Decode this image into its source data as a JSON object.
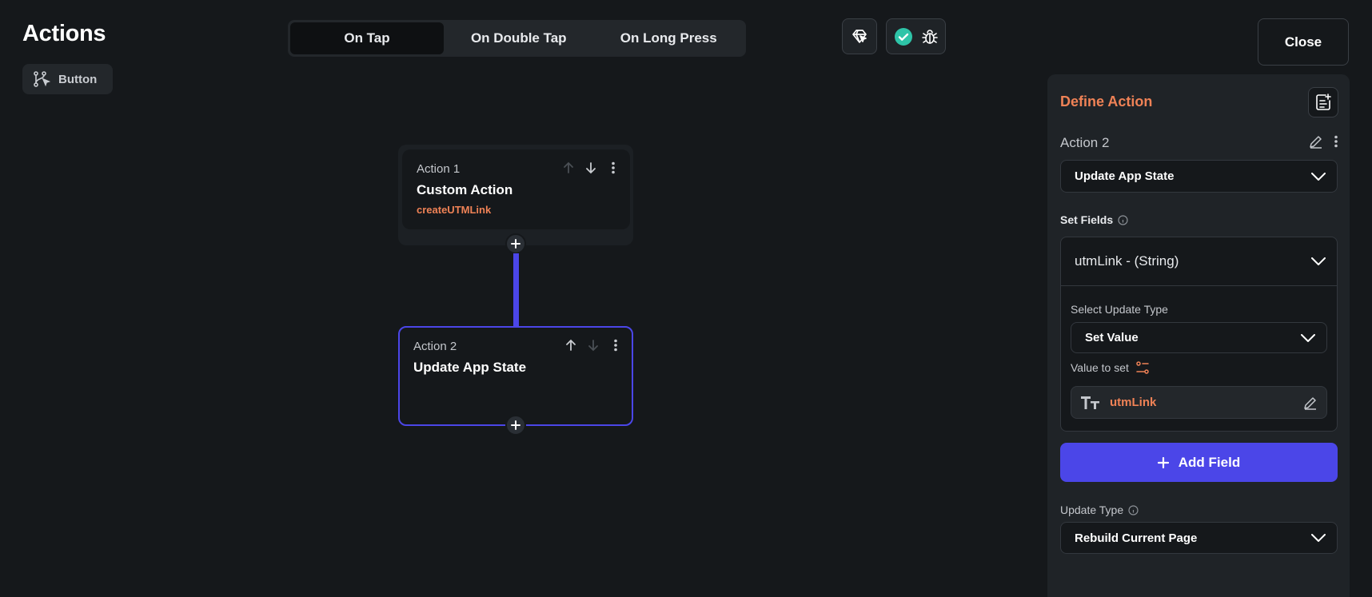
{
  "page": {
    "title": "Actions"
  },
  "widget": {
    "label": "Button",
    "icon": "branch-pointer-icon"
  },
  "tabs": [
    {
      "label": "On Tap",
      "active": true
    },
    {
      "label": "On Double Tap",
      "active": false
    },
    {
      "label": "On Long Press",
      "active": false
    }
  ],
  "toolbar": {
    "magic_icon": "magic-pointer-icon",
    "status_icon": "check-circle-icon",
    "debug_icon": "bug-icon",
    "close_label": "Close"
  },
  "actions": [
    {
      "label": "Action 1",
      "title": "Custom Action",
      "subtitle": "createUTMLink"
    },
    {
      "label": "Action 2",
      "title": "Update App State"
    }
  ],
  "panel": {
    "title": "Define Action",
    "action_name": "Action 2",
    "action_type": "Update App State",
    "set_fields_label": "Set Fields",
    "field": {
      "name": "utmLink - (String)",
      "select_update_type_label": "Select Update Type",
      "update_type_value": "Set Value",
      "value_to_set_label": "Value to set",
      "value": "utmLink"
    },
    "add_field_label": "Add Field",
    "update_type_label": "Update Type",
    "update_type_value": "Rebuild Current Page"
  },
  "colors": {
    "accent": "#4b46e8",
    "orange": "#ef8256",
    "background": "#15181b",
    "panel": "#1f2327",
    "success": "#2ec4a8"
  }
}
